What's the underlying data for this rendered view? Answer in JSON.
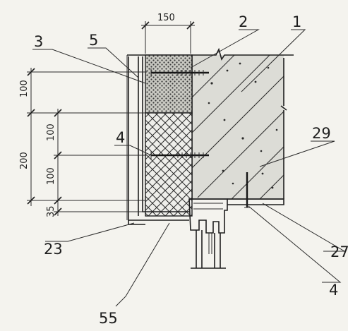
{
  "colors": {
    "paper": "#f4f3ee",
    "ink": "#1d1d1d",
    "concrete": "#dcdcd6"
  },
  "dimensions": {
    "top_width": "150",
    "d_100_a": "100",
    "d_200": "200",
    "d_100_b": "100",
    "d_100_c": "100",
    "d_35": "35"
  },
  "callouts": {
    "c1": "1",
    "c2": "2",
    "c3": "3",
    "c4_upper": "4",
    "c4_lower": "4",
    "c5": "5",
    "c23": "23",
    "c27": "27",
    "c29": "29",
    "c55": "55"
  }
}
